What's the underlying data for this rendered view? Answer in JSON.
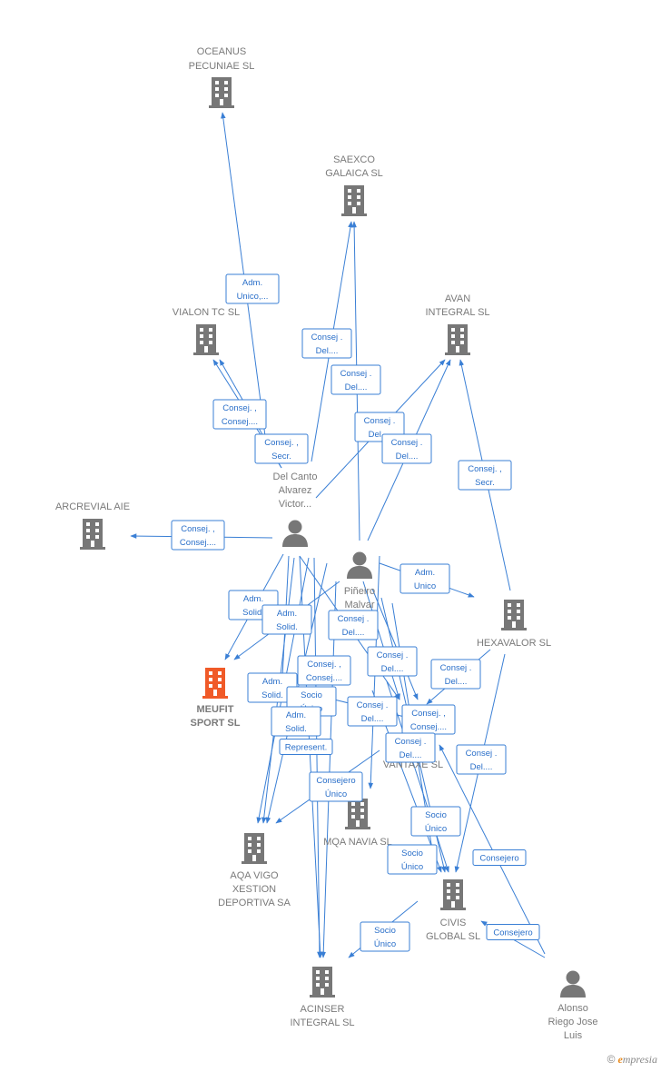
{
  "colors": {
    "edge": "#3a7fd5",
    "building": "#777777",
    "focus_building": "#f05a28",
    "person": "#777777",
    "label": "#7a7a7a"
  },
  "nodes": [
    {
      "id": "oceanus",
      "type": "company",
      "lines": [
        "OCEANUS",
        "PECUNIAE  SL"
      ]
    },
    {
      "id": "saexco",
      "type": "company",
      "lines": [
        "SAEXCO",
        "GALAICA SL"
      ]
    },
    {
      "id": "vialon",
      "type": "company",
      "lines": [
        "VIALON TC SL"
      ]
    },
    {
      "id": "avan",
      "type": "company",
      "lines": [
        "AVAN",
        "INTEGRAL  SL"
      ]
    },
    {
      "id": "arcrevial",
      "type": "company",
      "lines": [
        "ARCREVIAL AIE"
      ]
    },
    {
      "id": "delcanto",
      "type": "person",
      "lines": [
        "Del Canto",
        "Alvarez",
        "Victor..."
      ]
    },
    {
      "id": "pineiro",
      "type": "person",
      "lines": [
        "Piñeiro",
        "Malvar",
        "..."
      ]
    },
    {
      "id": "hexavalor",
      "type": "company",
      "lines": [
        "HEXAVALOR SL"
      ]
    },
    {
      "id": "meufit",
      "type": "focus",
      "lines": [
        "MEUFIT",
        "SPORT  SL"
      ]
    },
    {
      "id": "vantaxe",
      "type": "company",
      "lines": [
        "VANTAXE  SL"
      ]
    },
    {
      "id": "mqa",
      "type": "company",
      "lines": [
        "MQA NAVIA  SL"
      ]
    },
    {
      "id": "aqa",
      "type": "company",
      "lines": [
        "AQA VIGO",
        "XESTION",
        "DEPORTIVA SA"
      ]
    },
    {
      "id": "civis",
      "type": "company",
      "lines": [
        "CIVIS",
        "GLOBAL  SL"
      ]
    },
    {
      "id": "acinser",
      "type": "company",
      "lines": [
        "ACINSER",
        "INTEGRAL  SL"
      ]
    },
    {
      "id": "alonso",
      "type": "person",
      "lines": [
        "Alonso",
        "Riego Jose",
        "Luis"
      ]
    }
  ],
  "edge_labels": [
    [
      "Adm.",
      "Unico,..."
    ],
    [
      "Consej .",
      "Del...."
    ],
    [
      "Consej .",
      "Del...."
    ],
    [
      "Consej. ,",
      "Consej...."
    ],
    [
      "Consej. ,",
      "Secr."
    ],
    [
      "Consej .",
      "Del...."
    ],
    [
      "Consej .",
      "Del...."
    ],
    [
      "Consej. ,",
      "Secr."
    ],
    [
      "Consej. ,",
      "Consej...."
    ],
    [
      "Adm.",
      "Unico"
    ],
    [
      "Adm.",
      "Solid."
    ],
    [
      "Adm.",
      "Solid."
    ],
    [
      "Consej .",
      "Del...."
    ],
    [
      "Consej .",
      "Del...."
    ],
    [
      "Consej. ,",
      "Consej...."
    ],
    [
      "Consej .",
      "Del...."
    ],
    [
      "Adm.",
      "Solid."
    ],
    [
      "Socio",
      "Único"
    ],
    [
      "Adm.",
      "Solid."
    ],
    [
      "Consej .",
      "Del...."
    ],
    [
      "Consej. ,",
      "Consej...."
    ],
    [
      "Represent."
    ],
    [
      "Consej .",
      "Del...."
    ],
    [
      "Consej .",
      "Del...."
    ],
    [
      "Consejero",
      "Único"
    ],
    [
      "Socio",
      "Único"
    ],
    [
      "Consejero"
    ],
    [
      "Socio",
      "Único"
    ],
    [
      "Socio",
      "Único"
    ],
    [
      "Consejero"
    ]
  ],
  "brand": {
    "copyright": "©",
    "initial": "e",
    "rest": "mpresia"
  }
}
